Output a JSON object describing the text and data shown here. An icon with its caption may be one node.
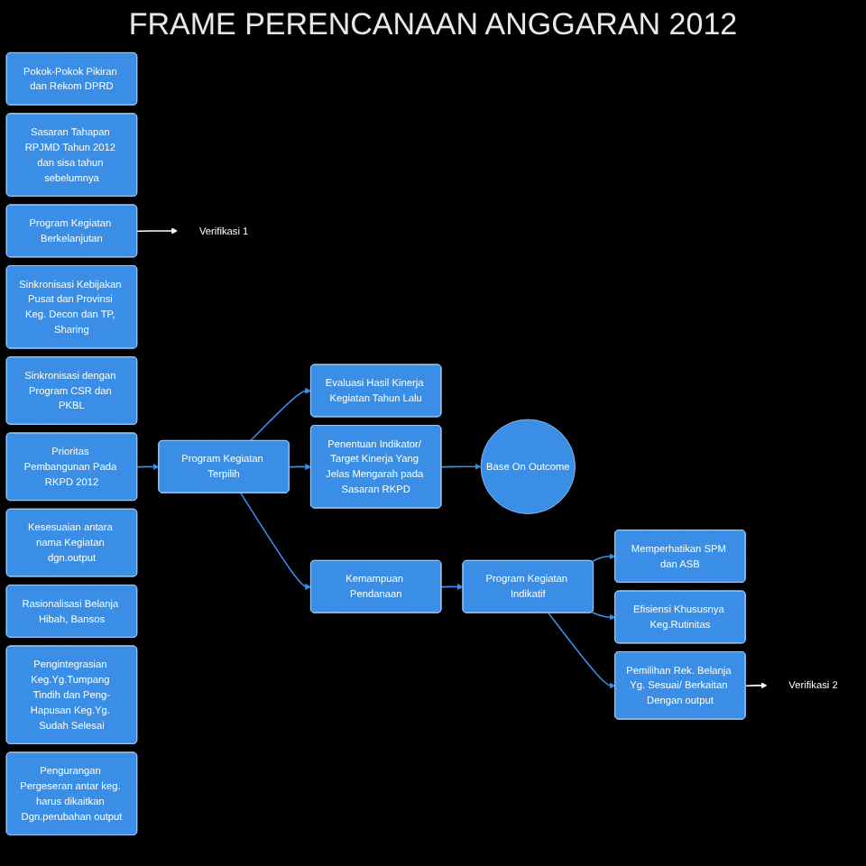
{
  "diagram": {
    "title": "FRAME PERENCANAAN ANGGARAN 2012",
    "nodes": [
      {
        "text": [
          "Pokok-Pokok Pikiran dan Rekom DPRD"
        ]
      },
      {
        "text": [
          "Sasaran Tahapan RPJMD Tahun 2012 dan sisa tahun sebelumnya"
        ]
      },
      {
        "text": [
          "Prioritas Pembangunan Pada RKPD 2012"
        ]
      },
      {
        "text": [
          "Sinkronisasi Kebijakan Pusat dan Provinsi Keg. Decon dan TP, Sharing"
        ]
      },
      {
        "text": [
          "Sinkronisasi dengan Program CSR dan PKBL"
        ]
      },
      {
        "text": [
          "Verifikasi 1"
        ]
      },
      {
        "text": [
          "Program Kegiatan Berkelanjutan"
        ]
      },
      {
        "text": [
          "Evaluasi Hasil Kinerja Kegiatan Tahun Lalu"
        ]
      },
      {
        "text": [
          "Program Kegiatan Terpilih"
        ]
      },
      {
        "text": [
          "Penentuan Indikator/ Target Kinerja Yang Jelas Mengarah pada Sasaran RKPD"
        ]
      },
      {
        "text": [
          "Kesesuaian antara nama Kegiatan dgn.output"
        ]
      },
      {
        "text": [
          "Base On Outcome"
        ]
      },
      {
        "text": [
          "Kemampuan Pendanaan"
        ]
      },
      {
        "text": [
          "Rasionalisasi Belanja Hibah, Bansos"
        ]
      },
      {
        "text": [
          "Memperhatikan SPM dan ASB"
        ]
      },
      {
        "text": [
          "Verifikasi 2"
        ]
      },
      {
        "text": [
          "Program Kegiatan Indikatif"
        ]
      },
      {
        "text": [
          "Efisiensi Khususnya Keg.Rutinitas"
        ]
      },
      {
        "text": [
          "Pengintegrasian Keg.Yg.Tumpang Tindih dan Peng-Hapusan Keg.Yg. Sudah Selesai"
        ]
      },
      {
        "text": [
          "Pemilihan Rek. Belanja Yg. Sesuai/ Berkaitan Dengan output"
        ]
      },
      {
        "text": [
          "Pengurangan Pergeseran antar keg. harus dikaitkan Dgn.perubahan output"
        ]
      }
    ],
    "edges": [
      {
        "from": 2,
        "to": 8,
        "arrow": "to"
      },
      {
        "from": 8,
        "to": 7,
        "arrow": "to"
      },
      {
        "from": 6,
        "to": 5,
        "arrow": "to",
        "color": "#ffffff"
      },
      {
        "from": 8,
        "to": 9,
        "arrow": "to"
      },
      {
        "from": 9,
        "to": 11,
        "arrow": "to"
      },
      {
        "from": 8,
        "to": 12,
        "arrow": "to"
      },
      {
        "from": 12,
        "to": 16,
        "arrow": "to"
      },
      {
        "from": 16,
        "to": 14,
        "arrow": "to"
      },
      {
        "from": 16,
        "to": 17,
        "arrow": "to"
      },
      {
        "from": 16,
        "to": 19,
        "arrow": "to"
      },
      {
        "from": 19,
        "to": 15,
        "arrow": "to",
        "color": "#ffffff"
      }
    ]
  }
}
